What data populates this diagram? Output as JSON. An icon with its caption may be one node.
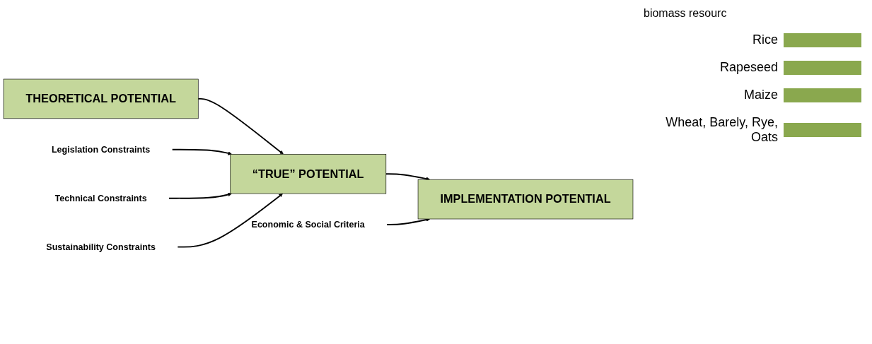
{
  "diagram": {
    "nodes": [
      {
        "text": [
          "THEORETICAL POTENTIAL"
        ]
      },
      {
        "text": [
          "“TRUE” POTENTIAL"
        ]
      },
      {
        "text": [
          "IMPLEMENTATION POTENTIAL"
        ]
      },
      {
        "text": [
          "Economic & Social Criteria"
        ]
      },
      {
        "text": [
          "Legislation Constraints"
        ]
      },
      {
        "text": [
          "Technical Constraints"
        ]
      },
      {
        "text": [
          "Sustainability Constraints"
        ]
      }
    ],
    "edges": [
      {
        "from": 0,
        "to": 1,
        "arrow": "to"
      },
      {
        "from": 1,
        "to": 2,
        "arrow": "to"
      },
      {
        "from": 3,
        "to": 2,
        "arrow": "to"
      },
      {
        "from": 4,
        "to": 1,
        "arrow": "to"
      },
      {
        "from": 5,
        "to": 1,
        "arrow": "to"
      },
      {
        "from": 6,
        "to": 1,
        "arrow": "to"
      }
    ],
    "labels": [
      "biomass resourc",
      "Rice",
      "Rapeseed",
      "Maize",
      "Wheat, Barely, Rye, Oats"
    ]
  }
}
